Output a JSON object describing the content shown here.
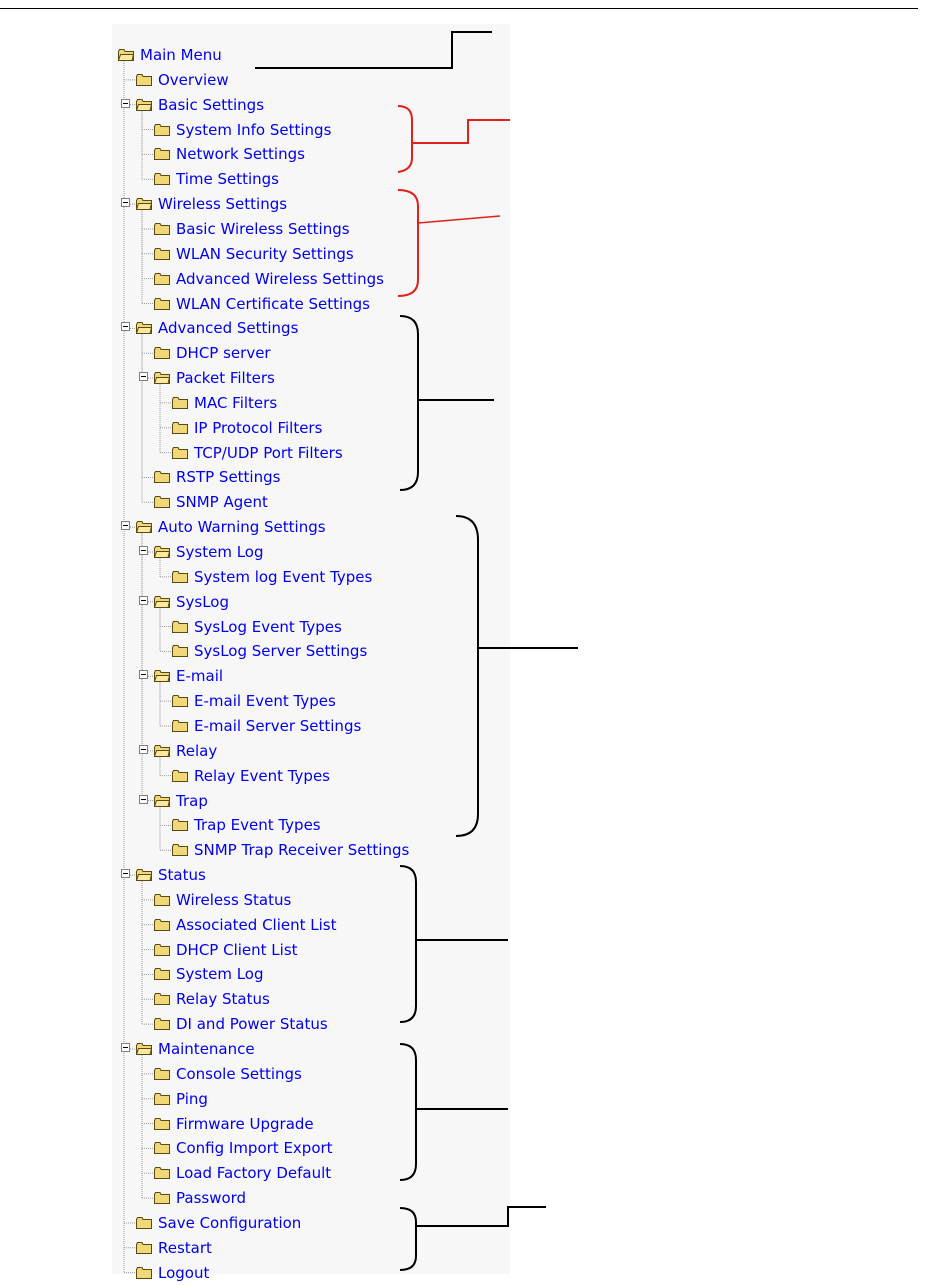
{
  "colors": {
    "link": "#0000ee",
    "folder_fill": "#f0d878",
    "folder_stroke": "#5a4a10",
    "tree_line": "#9a9a9a",
    "annotation_black": "#000000",
    "annotation_red": "#e0201a"
  },
  "icons": {
    "folder": "folder-icon",
    "expander": "collapse-minus-icon"
  },
  "tree": [
    {
      "label": "Main Menu",
      "level": 0,
      "expanded": true
    },
    {
      "label": "Overview",
      "level": 1
    },
    {
      "label": "Basic Settings",
      "level": 1,
      "expanded": true
    },
    {
      "label": "System Info Settings",
      "level": 2
    },
    {
      "label": "Network Settings",
      "level": 2
    },
    {
      "label": "Time Settings",
      "level": 2
    },
    {
      "label": "Wireless Settings",
      "level": 1,
      "expanded": true
    },
    {
      "label": "Basic Wireless Settings",
      "level": 2
    },
    {
      "label": "WLAN Security Settings",
      "level": 2
    },
    {
      "label": "Advanced Wireless Settings",
      "level": 2
    },
    {
      "label": "WLAN Certificate Settings",
      "level": 2
    },
    {
      "label": "Advanced Settings",
      "level": 1,
      "expanded": true
    },
    {
      "label": "DHCP server",
      "level": 2
    },
    {
      "label": "Packet Filters",
      "level": 2,
      "expanded": true
    },
    {
      "label": "MAC Filters",
      "level": 3
    },
    {
      "label": "IP Protocol Filters",
      "level": 3
    },
    {
      "label": "TCP/UDP Port Filters",
      "level": 3
    },
    {
      "label": "RSTP Settings",
      "level": 2
    },
    {
      "label": "SNMP Agent",
      "level": 2
    },
    {
      "label": "Auto Warning Settings",
      "level": 1,
      "expanded": true
    },
    {
      "label": "System Log",
      "level": 2,
      "expanded": true
    },
    {
      "label": "System log Event Types",
      "level": 3
    },
    {
      "label": "SysLog",
      "level": 2,
      "expanded": true
    },
    {
      "label": "SysLog Event Types",
      "level": 3
    },
    {
      "label": "SysLog Server Settings",
      "level": 3
    },
    {
      "label": "E-mail",
      "level": 2,
      "expanded": true
    },
    {
      "label": "E-mail Event Types",
      "level": 3
    },
    {
      "label": "E-mail Server Settings",
      "level": 3
    },
    {
      "label": "Relay",
      "level": 2,
      "expanded": true
    },
    {
      "label": "Relay Event Types",
      "level": 3
    },
    {
      "label": "Trap",
      "level": 2,
      "expanded": true
    },
    {
      "label": "Trap Event Types",
      "level": 3
    },
    {
      "label": "SNMP Trap Receiver Settings",
      "level": 3
    },
    {
      "label": "Status",
      "level": 1,
      "expanded": true
    },
    {
      "label": "Wireless Status",
      "level": 2
    },
    {
      "label": "Associated Client List",
      "level": 2
    },
    {
      "label": "DHCP Client List",
      "level": 2
    },
    {
      "label": "System Log",
      "level": 2
    },
    {
      "label": "Relay Status",
      "level": 2
    },
    {
      "label": "DI and Power Status",
      "level": 2
    },
    {
      "label": "Maintenance",
      "level": 1,
      "expanded": true
    },
    {
      "label": "Console Settings",
      "level": 2
    },
    {
      "label": "Ping",
      "level": 2
    },
    {
      "label": "Firmware Upgrade",
      "level": 2
    },
    {
      "label": "Config Import Export",
      "level": 2
    },
    {
      "label": "Load Factory Default",
      "level": 2
    },
    {
      "label": "Password",
      "level": 2
    },
    {
      "label": "Save Configuration",
      "level": 1
    },
    {
      "label": "Restart",
      "level": 1
    },
    {
      "label": "Logout",
      "level": 1
    }
  ]
}
